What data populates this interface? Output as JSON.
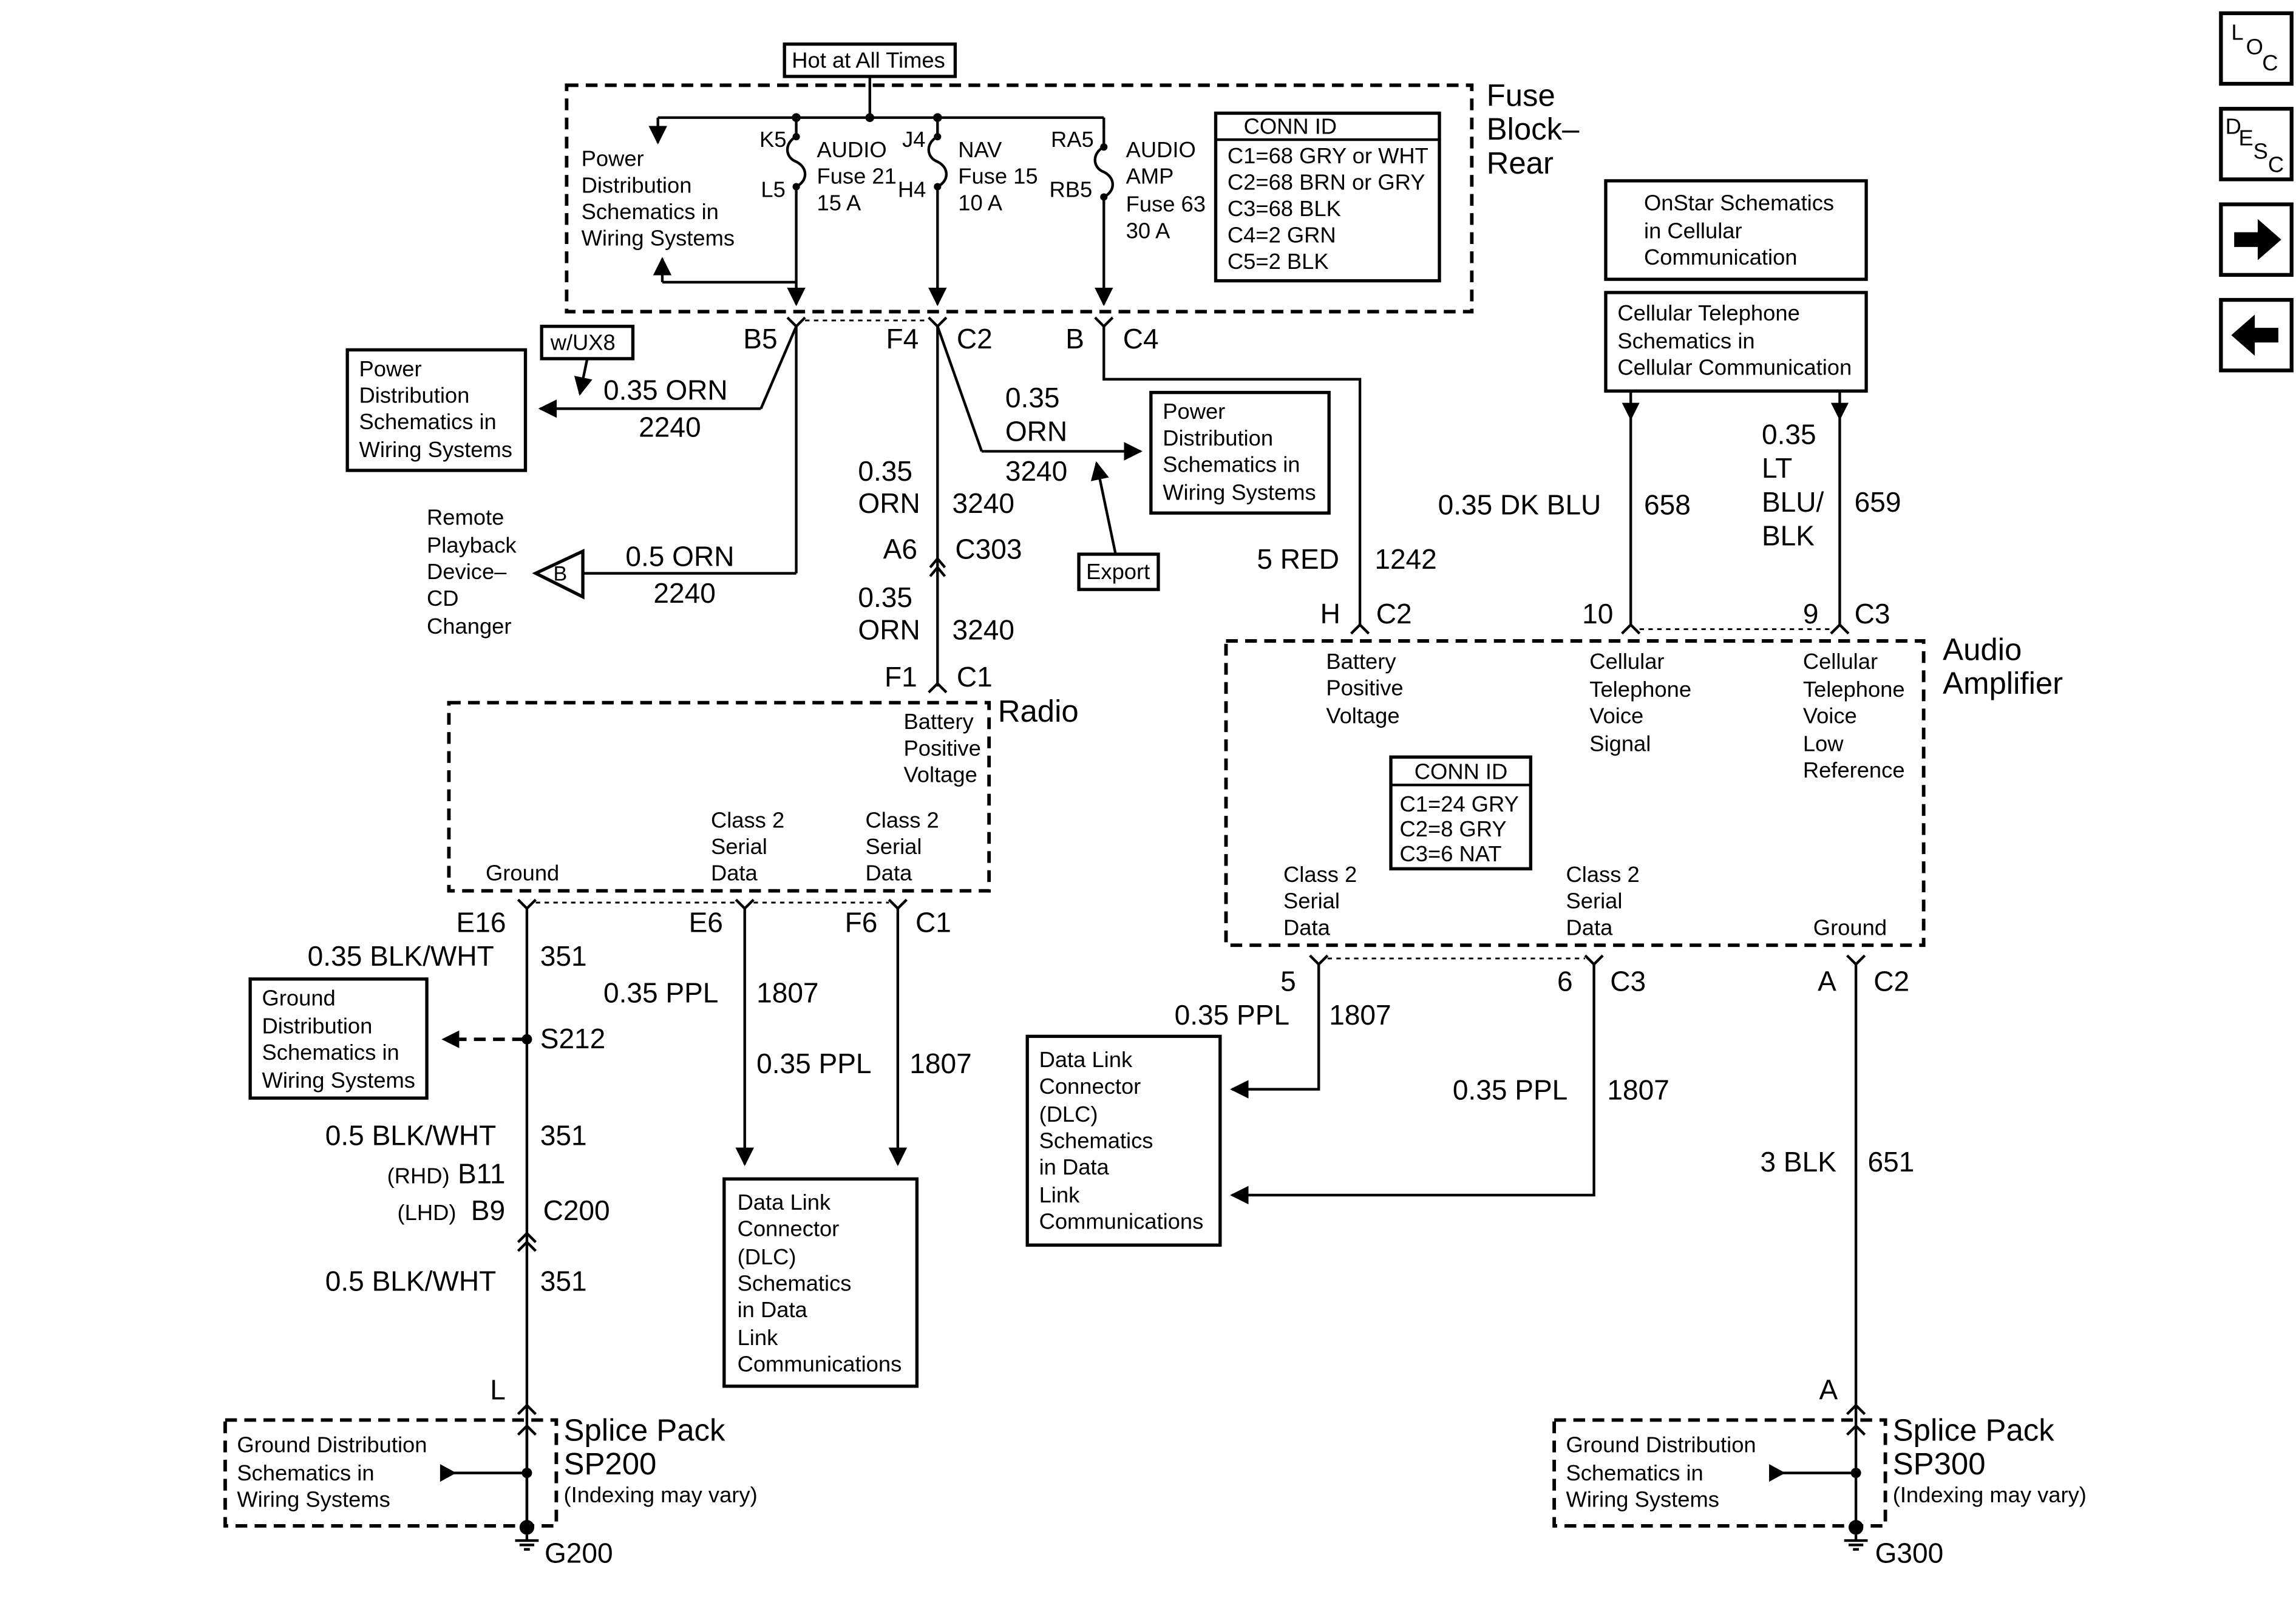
{
  "hot_label": "Hot at All Times",
  "fuse_block": {
    "title": [
      "Fuse",
      "Block–",
      "Rear"
    ],
    "pdist_text": [
      "Power",
      "Distribution",
      "Schematics in",
      "Wiring Systems"
    ],
    "fuses": [
      {
        "top_pin": "K5",
        "bottom_pin": "L5",
        "text": [
          "AUDIO",
          "Fuse 21",
          "15 A"
        ]
      },
      {
        "top_pin": "J4",
        "bottom_pin": "H4",
        "text": [
          "NAV",
          "Fuse 15",
          "10 A"
        ]
      },
      {
        "top_pin": "RA5",
        "bottom_pin": "RB5",
        "text": [
          "AUDIO",
          "AMP",
          "Fuse 63",
          "30 A"
        ]
      }
    ],
    "conn_id": {
      "title": "CONN ID",
      "lines": [
        "C1=68 GRY or WHT",
        "C2=68 BRN or GRY",
        "C3=68 BLK",
        "C4=2 GRN",
        "C5=2 BLK"
      ]
    }
  },
  "fuse_outputs": {
    "b5": "B5",
    "f4": "F4",
    "c2": "C2",
    "b": "B",
    "c4": "C4"
  },
  "left_branch": {
    "option_label": "w/UX8",
    "pd_box": [
      "Power",
      "Distribution",
      "Schematics in",
      "Wiring Systems"
    ],
    "wire1_size": "0.35 ORN",
    "wire1_circuit": "2240",
    "remote_label": [
      "Remote",
      "Playback",
      "Device–",
      "CD",
      "Changer"
    ],
    "b_marker": "B",
    "wire2_size": "0.5 ORN",
    "wire2_circuit": "2240"
  },
  "f4_branch": {
    "right_wire_size": [
      "0.35",
      "ORN"
    ],
    "right_wire_circuit": "3240",
    "pd_box": [
      "Power",
      "Distribution",
      "Schematics in",
      "Wiring Systems"
    ],
    "export_label": "Export",
    "wire_a_size": [
      "0.35",
      "ORN"
    ],
    "wire_a_circuit": "3240",
    "c303_pin": "A6",
    "c303": "C303",
    "wire_b_size": [
      "0.35",
      "ORN"
    ],
    "wire_b_circuit": "3240",
    "radio_pin": "F1",
    "radio_conn": "C1"
  },
  "radio": {
    "title": "Radio",
    "battery": [
      "Battery",
      "Positive",
      "Voltage"
    ],
    "ground": "Ground",
    "serial1": [
      "Class 2",
      "Serial",
      "Data"
    ],
    "serial2": [
      "Class 2",
      "Serial",
      "Data"
    ],
    "pin_e16": "E16",
    "pin_e6": "E6",
    "pin_f6": "F6",
    "conn": "C1"
  },
  "radio_ground_chain": {
    "wire1_size": "0.35 BLK/WHT",
    "wire1_circuit": "351",
    "gd_box": [
      "Ground",
      "Distribution",
      "Schematics in",
      "Wiring Systems"
    ],
    "splice": "S212",
    "wire2_size": "0.5 BLK/WHT",
    "wire2_circuit": "351",
    "rhd": "(RHD)",
    "rhd_pin": "B11",
    "lhd": "(LHD)",
    "lhd_pin": "B9",
    "c200": "C200",
    "wire3_size": "0.5 BLK/WHT",
    "wire3_circuit": "351",
    "sp_pin": "L"
  },
  "radio_data": {
    "wire_e6_size": "0.35 PPL",
    "wire_e6_circuit": "1807",
    "wire_f6_size": "0.35 PPL",
    "wire_f6_circuit": "1807",
    "dlc_box": [
      "Data Link",
      "Connector",
      "(DLC)",
      "Schematics",
      "in Data",
      "Link",
      "Communications"
    ]
  },
  "sp200": {
    "box_text": [
      "Ground Distribution",
      "Schematics in",
      "Wiring Systems"
    ],
    "title": [
      "Splice Pack",
      "SP200"
    ],
    "note": "(Indexing may vary)",
    "ground": "G200"
  },
  "amp_inputs": {
    "red_wire_size": "5 RED",
    "red_wire_circuit": "1242",
    "onstar_box": [
      "OnStar Schematics",
      "in Cellular",
      "Communication"
    ],
    "cell_box": [
      "Cellular Telephone",
      "Schematics in",
      "Cellular Communication"
    ],
    "blu_size": "0.35 DK BLU",
    "blu_circuit": "658",
    "ltblu_size": [
      "0.35",
      "LT",
      "BLU/",
      "BLK"
    ],
    "ltblu_circuit": "659",
    "pin_h": "H",
    "conn_c2": "C2",
    "pin_10": "10",
    "pin_9": "9",
    "conn_c3": "C3"
  },
  "amplifier": {
    "title": [
      "Audio",
      "Amplifier"
    ],
    "battery": [
      "Battery",
      "Positive",
      "Voltage"
    ],
    "cell_signal": [
      "Cellular",
      "Telephone",
      "Voice",
      "Signal"
    ],
    "cell_low": [
      "Cellular",
      "Telephone",
      "Voice",
      "Low",
      "Reference"
    ],
    "conn_id_title": "CONN ID",
    "conn_id_lines": [
      "C1=24 GRY",
      "C2=8 GRY",
      "C3=6 NAT"
    ],
    "serial1": [
      "Class 2",
      "Serial",
      "Data"
    ],
    "serial2": [
      "Class 2",
      "Serial",
      "Data"
    ],
    "ground": "Ground",
    "pin_5": "5",
    "pin_6": "6",
    "conn_c3": "C3",
    "pin_a": "A",
    "conn_c2": "C2"
  },
  "amp_outputs": {
    "wire5_size": "0.35 PPL",
    "wire5_circuit": "1807",
    "wire6_size": "0.35 PPL",
    "wire6_circuit": "1807",
    "dlc_box": [
      "Data Link",
      "Connector",
      "(DLC)",
      "Schematics",
      "in Data",
      "Link",
      "Communications"
    ],
    "ground_size": "3 BLK",
    "ground_circuit": "651",
    "sp_pin": "A"
  },
  "sp300": {
    "box_text": [
      "Ground Distribution",
      "Schematics in",
      "Wiring Systems"
    ],
    "title": [
      "Splice Pack",
      "SP300"
    ],
    "note": "(Indexing may vary)",
    "ground": "G300"
  },
  "nav": {
    "loc": [
      "L",
      "O",
      "C"
    ],
    "desc": [
      "D",
      "E",
      "S",
      "C"
    ]
  }
}
